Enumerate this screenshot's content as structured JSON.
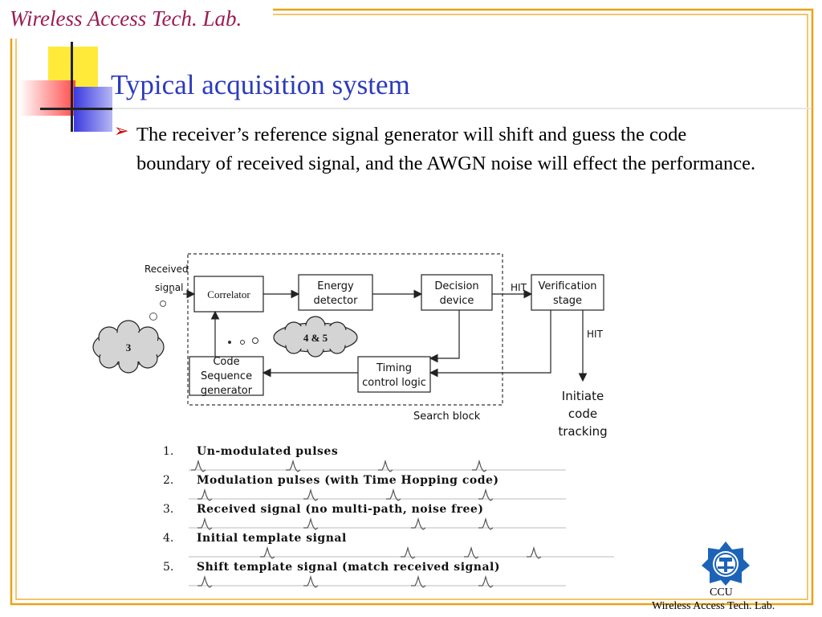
{
  "header": {
    "lab_name": "Wireless Access Tech. Lab."
  },
  "slide": {
    "title": "Typical acquisition system",
    "bullet": "The receiver’s  reference signal generator will shift and guess the code boundary of received signal, and the AWGN noise will effect the performance."
  },
  "diagram": {
    "received_signal_1": "Received",
    "received_signal_2": "signal",
    "correlator": "Correlator",
    "energy_detector_1": "Energy",
    "energy_detector_2": "detector",
    "decision_device_1": "Decision",
    "decision_device_2": "device",
    "hit_1": "HIT",
    "verification_1": "Verification",
    "verification_2": "stage",
    "hit_2": "HIT",
    "code_seq_1": "Code",
    "code_seq_2": "Sequence",
    "code_seq_3": "generator",
    "timing_1": "Timing",
    "timing_2": "control logic",
    "search_block": "Search block",
    "initiate_1": "Initiate",
    "initiate_2": "code",
    "initiate_3": "tracking",
    "cloud_3": "3",
    "cloud_45": "4 & 5"
  },
  "pulses": {
    "items": [
      {
        "num": "1.",
        "label": "Un-modulated pulses"
      },
      {
        "num": "2.",
        "label": "Modulation pulses (with Time Hopping code)"
      },
      {
        "num": "3.",
        "label": "Received signal (no multi-path, noise free)"
      },
      {
        "num": "4.",
        "label": "Initial template signal"
      },
      {
        "num": "5.",
        "label": "Shift template signal (match received signal)"
      }
    ]
  },
  "footer": {
    "ccu": "CCU",
    "lab": "Wireless Access Tech. Lab."
  },
  "colors": {
    "frame": "#e8a317",
    "title": "#2b3bbd",
    "lab": "#9b1b52",
    "logo": "#1c63b7"
  }
}
